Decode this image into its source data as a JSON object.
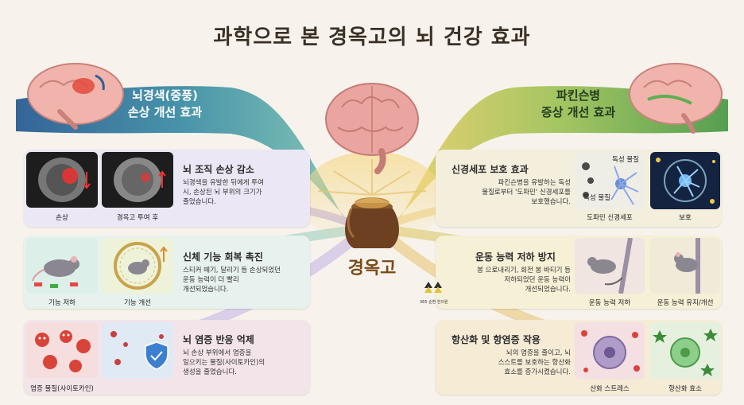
{
  "title": "과학으로 본 경옥고의 뇌 건강 효과",
  "center_label": "경옥고",
  "badge_text": "365 순환 한의원",
  "left": {
    "header1": "뇌경색(중풍)",
    "header2": "손상 개선 효과",
    "cards": [
      {
        "title": "뇌 조직 손상 감소",
        "body": [
          "뇌경색을 유발한 뒤에게 투여",
          "시, 손상된 뇌 부위의 크기가",
          "줄었습니다."
        ],
        "captions": [
          "손상",
          "경옥고 투여 후"
        ]
      },
      {
        "title": "신체 기능 회복 촉진",
        "body": [
          "스티커 떼기, 달리기 등 손상되었던",
          "운동 능력이 더 빨리",
          "개선되었습니다."
        ],
        "captions": [
          "기능 저하",
          "기능 개선"
        ]
      },
      {
        "title": "뇌 염증 반응 억제",
        "body": [
          "뇌 손상 부위에서 염증을",
          "일으키는 물질(사이토카인)의",
          "생성을 줄였습니다."
        ],
        "captions": [
          "염증 물질(사이토카인)",
          ""
        ]
      }
    ]
  },
  "right": {
    "header1": "파킨슨병",
    "header2": "증상 개선 효과",
    "cards": [
      {
        "title": "신경세포 보호 효과",
        "body": [
          "파킨슨병을 유발하는 독성",
          "물질로부터 '도파민' 신경세포를",
          "보호했습니다."
        ],
        "labels": [
          "독성 물질",
          "독성 물질"
        ],
        "captions": [
          "도파민 신경세포",
          "보호"
        ]
      },
      {
        "title": "운동 능력 저하 방지",
        "body": [
          "봉 으로내리기, 회전 봉 바티기 등",
          "저하되었던 운동 능력이",
          "개선되었습니다."
        ],
        "captions": [
          "운동 능력 저하",
          "운동 능력 유지/개선"
        ]
      },
      {
        "title": "항산화 및 항염증 작용",
        "body": [
          "뇌의 염증을 줄이고, 뇌",
          "스스트를 보호하는 항산화",
          "효소를 증가시켰습니다."
        ],
        "captions": [
          "산화 스트레스",
          "항산화 효소"
        ]
      }
    ]
  },
  "colors": {
    "left_header": "#2e5f93",
    "right_header": "#2f6a3b",
    "card1": "#ebe7f4",
    "card2": "#e7f1ee",
    "card3": "#f3e4ea",
    "rcard1": "#f4efdc",
    "rcard2": "#f5f0d6",
    "rcard3": "#f6ecd6"
  }
}
